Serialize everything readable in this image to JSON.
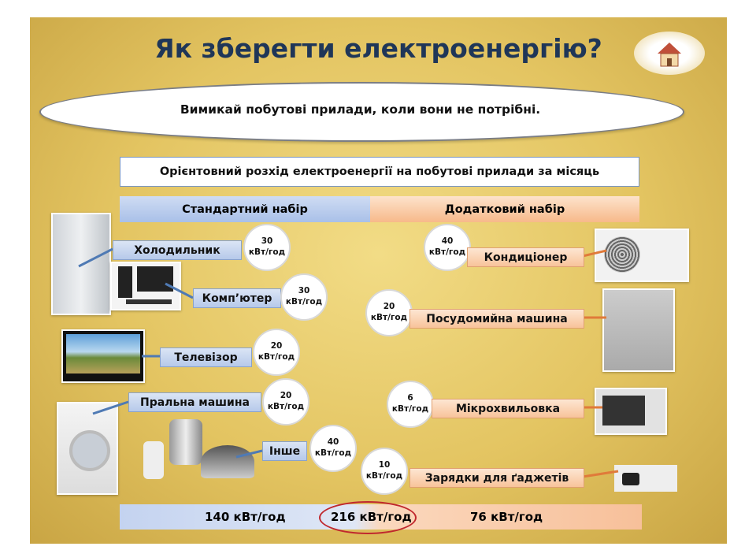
{
  "title": "Як зберегти  електроенергію?",
  "tip": "Вимикай побутові прилади, коли вони не потрібні.",
  "table_title": "Орієнтовний розхід електроенергії на побутові прилади за місяць",
  "standard": {
    "header": "Стандартний набір",
    "items": [
      {
        "name": "Холодильник",
        "value": "30",
        "unit": "кВт/год"
      },
      {
        "name": "Комп’ютер",
        "value": "30",
        "unit": "кВт/год"
      },
      {
        "name": "Телевізор",
        "value": "20",
        "unit": "кВт/год"
      },
      {
        "name": "Пральна машина",
        "value": "20",
        "unit": "кВт/год"
      },
      {
        "name": "Інше",
        "value": "40",
        "unit": "кВт/год"
      }
    ]
  },
  "additional": {
    "header": "Додатковий набір",
    "items": [
      {
        "name": "Кондиціонер",
        "value": "40",
        "unit": "кВт/год"
      },
      {
        "name": "Посудомийна машина",
        "value": "20",
        "unit": "кВт/год"
      },
      {
        "name": "Мікрохвильовка",
        "value": "6",
        "unit": "кВт/год"
      },
      {
        "name": "Зарядки для ґаджетів",
        "value": "10",
        "unit": "кВт/год"
      }
    ]
  },
  "totals": {
    "standard": "140 кВт/год",
    "total": "216 кВт/год",
    "additional": "76 кВт/год"
  },
  "colors": {
    "title": "#1f3658",
    "highlight": "#c0282e"
  }
}
